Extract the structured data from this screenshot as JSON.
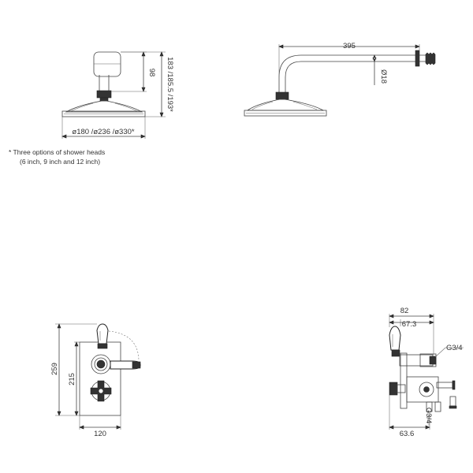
{
  "diagram": {
    "top_left_view": {
      "height_short": "98",
      "height_options": "183 /185.5 /193*",
      "diameter_options": "ø180 /ø236 /ø330*"
    },
    "top_right_view": {
      "arm_length": "395",
      "arm_diameter": "Ø18"
    },
    "footnote": {
      "line1": "* Three options of shower heads",
      "line2": "(6 inch, 9 inch and 12 inch)"
    },
    "bottom_left_view": {
      "overall_height": "259",
      "plate_height": "215",
      "plate_width": "120"
    },
    "bottom_right_view": {
      "overall_depth": "82",
      "handle_depth": "67.3",
      "thread_top": "G3/4",
      "thread_side": "G3/4",
      "body_depth": "63.6"
    }
  }
}
